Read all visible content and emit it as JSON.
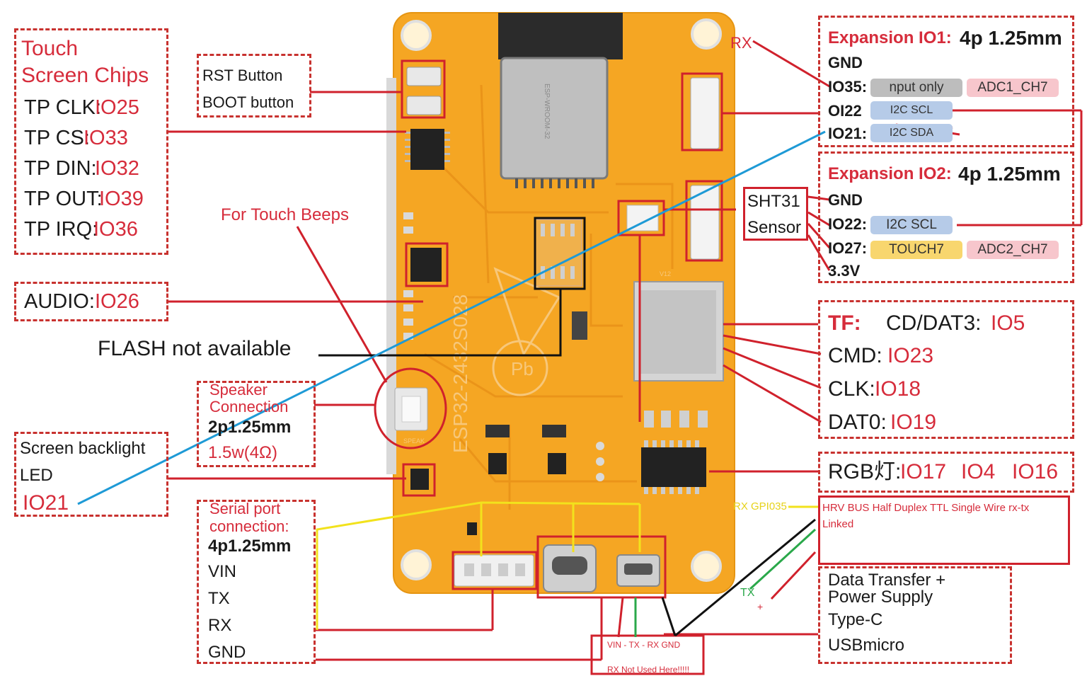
{
  "touch": {
    "title_line1": "Touch",
    "title_line2": "Screen Chips",
    "rows": [
      {
        "label": "TP CLK:",
        "pin": "IO25"
      },
      {
        "label": "TP CS:",
        "pin": "IO33"
      },
      {
        "label": "TP DIN:",
        "pin": "IO32"
      },
      {
        "label": "TP OUT:",
        "pin": "IO39"
      },
      {
        "label": "TP IRQ:",
        "pin": "IO36"
      }
    ]
  },
  "buttons": {
    "rst": "RST Button",
    "boot": "BOOT button"
  },
  "beeps": "For Touch Beeps",
  "audio": {
    "label": "AUDIO:",
    "pin": "IO26"
  },
  "flash": "FLASH not available",
  "speaker": {
    "line1": "Speaker",
    "line2": "Connection",
    "spec": "2p1.25mm",
    "power": "1.5w(4Ω)"
  },
  "backlight": {
    "line1": "Screen backlight",
    "line2": "LED",
    "pin": "IO21"
  },
  "serial": {
    "line1": "Serial port",
    "line2": "connection:",
    "spec": "4p1.25mm",
    "pins": [
      "VIN",
      "TX",
      "RX",
      "GND"
    ]
  },
  "usb_note": {
    "line1": "VIN - TX  - RX  GND",
    "line2": "RX Not Used Here!!!!!"
  },
  "rx_top": "RX",
  "exp1": {
    "title": "Expansion IO1:",
    "spec": "4p 1.25mm",
    "gnd": "GND",
    "io35": "IO35:",
    "io35_tags": [
      "nput only",
      "ADC1_CH7"
    ],
    "io22": "OI22",
    "io22_tag": "I2C SCL",
    "io21": "IO21:",
    "io21_tag": "I2C SDA"
  },
  "exp2": {
    "title": "Expansion IO2:",
    "spec": "4p 1.25mm",
    "gnd": "GND",
    "io22": "IO22:",
    "io22_tag": "I2C SCL",
    "io27": "IO27:",
    "io27_tags": [
      "TOUCH7",
      "ADC2_CH7"
    ],
    "v33": "3.3V"
  },
  "sht31": {
    "line1": "SHT31",
    "line2": "Sensor"
  },
  "tf": {
    "title": "TF:",
    "rows": [
      {
        "label": "CD/DAT3:",
        "pin": "IO5"
      },
      {
        "label": "CMD:",
        "pin": "IO23"
      },
      {
        "label": "CLK:",
        "pin": "IO18"
      },
      {
        "label": "DAT0:",
        "pin": "IO19"
      }
    ]
  },
  "rgb": {
    "label": "RGB灯:",
    "pins": [
      "IO17",
      "IO4",
      "IO16"
    ]
  },
  "rx_gpio": "RX GPI035",
  "hrv": {
    "line1": "HRV BUS Half Duplex TTL Single Wire rx-tx",
    "line2": "Linked"
  },
  "tx_label": "TX",
  "plus_label": "+",
  "power": {
    "line1": "Data Transfer +",
    "line2": "Power Supply",
    "line3": "Type-C",
    "line4": "USBmicro"
  },
  "board": {
    "module": "ESP-WROOM-32",
    "silk": "ESP32-2432S028",
    "speak": "SPEAK",
    "v12": "V12"
  },
  "colors": {
    "board": "#f5a623",
    "callout_red": "#d0212c",
    "pin_red": "#d62c3b",
    "wire_blue": "#1e9ad6",
    "wire_yellow": "#f2e21c",
    "wire_green": "#2aa84a"
  }
}
